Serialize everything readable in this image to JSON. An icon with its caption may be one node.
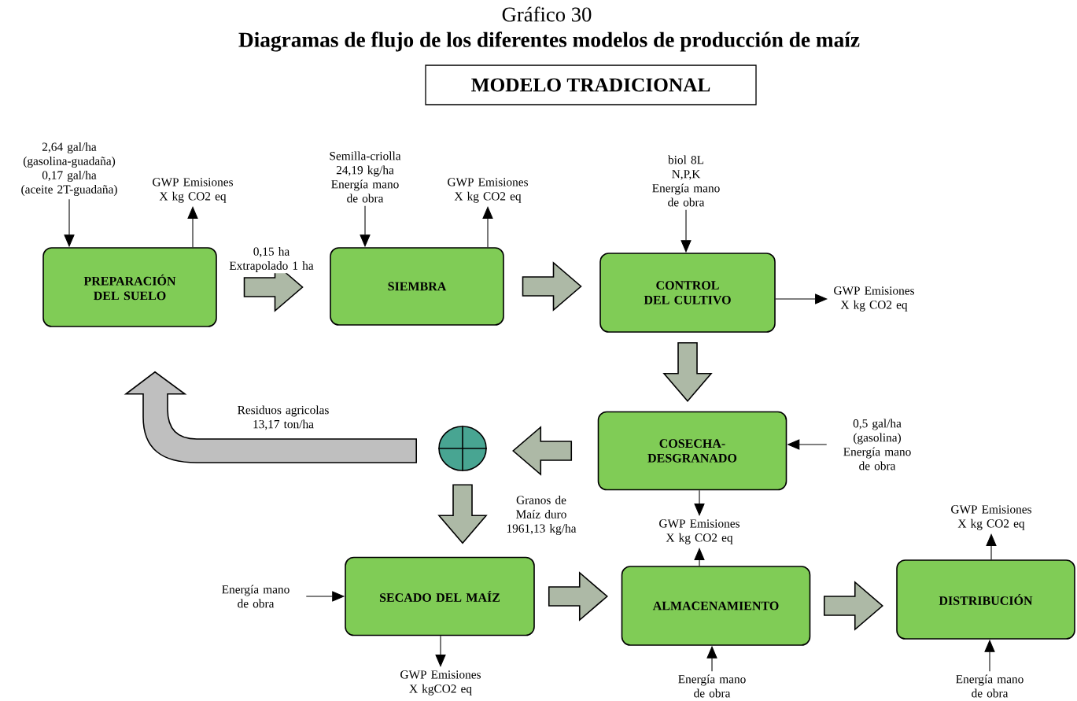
{
  "diagram": {
    "title": "Diagramas de flujo de los diferentes modelos de producción de maíz",
    "nodes": [
      {
        "text": [
          "MODELO TRADICIONAL"
        ]
      },
      {
        "text": [
          "PREPARACIÓN DEL SUELO"
        ]
      },
      {
        "text": [
          "SIEMBRA"
        ]
      },
      {
        "text": [
          "CONTROL DEL CULTIVO"
        ]
      },
      {
        "text": [
          "COSECHA-DESGRANADO"
        ]
      },
      {
        "text": [],
        "shape": "circle"
      },
      {
        "text": [
          "SECADO DEL MAÍZ"
        ]
      },
      {
        "text": [
          "ALMACENAMIENTO"
        ]
      },
      {
        "text": [
          "DISTRIBUCIÓN"
        ]
      },
      {
        "text": [
          "2,64 gal/ha",
          "(gasolina-guadaña)",
          "0,17 gal/ha",
          "(aceite 2T-guadaña)"
        ]
      },
      {
        "text": [
          "GWP Emisiones X kg CO2 eq"
        ]
      },
      {
        "text": [
          "Semilla-criolla 24,19 kg/ha",
          "Energía mano de obra"
        ]
      },
      {
        "text": [
          "GWP Emisiones X kg CO2 eq"
        ]
      },
      {
        "text": [
          "biol 8L",
          "N,P,K",
          "Energía mano de obra"
        ]
      },
      {
        "text": [
          "GWP Emisiones X kg CO2 eq"
        ]
      },
      {
        "text": [
          "0,5 gal/ha (gasolina)",
          "Energía mano de obra"
        ]
      },
      {
        "text": [
          "GWP Emisiones X kg CO2 eq"
        ]
      },
      {
        "text": [
          "Energía mano de obra"
        ]
      },
      {
        "text": [
          "GWP Emisiones X kgCO2 eq"
        ]
      },
      {
        "text": [
          "Energía mano de obra"
        ]
      },
      {
        "text": [
          "GWP Emisiones X kg CO2 eq"
        ]
      },
      {
        "text": [
          "Energía mano de obra"
        ]
      }
    ],
    "edges": [
      {
        "from": 9,
        "to": 1,
        "arrow": "to"
      },
      {
        "from": 1,
        "to": 10,
        "arrow": "to"
      },
      {
        "from": 1,
        "to": 2,
        "arrow": "to",
        "label": "0,15 ha Extrapolado 1 ha",
        "style": "thick",
        "color": "#adb9a6"
      },
      {
        "from": 11,
        "to": 2,
        "arrow": "to"
      },
      {
        "from": 2,
        "to": 12,
        "arrow": "to"
      },
      {
        "from": 2,
        "to": 3,
        "arrow": "to",
        "style": "thick",
        "color": "#adb9a6"
      },
      {
        "from": 13,
        "to": 3,
        "arrow": "to"
      },
      {
        "from": 3,
        "to": 14,
        "arrow": "to"
      },
      {
        "from": 3,
        "to": 4,
        "arrow": "to",
        "style": "thick",
        "color": "#adb9a6"
      },
      {
        "from": 15,
        "to": 4,
        "arrow": "to"
      },
      {
        "from": 4,
        "to": 5,
        "arrow": "to",
        "style": "thick",
        "color": "#adb9a6"
      },
      {
        "from": 5,
        "to": 1,
        "arrow": "to",
        "label": "Residuos agricolas 13,17 ton/ha",
        "style": "thick",
        "color": "#bfbfbf"
      },
      {
        "from": 5,
        "to": 6,
        "arrow": "to",
        "label": "Granos de Maíz duro 1961,13 kg/ha",
        "style": "thick",
        "color": "#adb9a6"
      },
      {
        "from": 4,
        "to": 16,
        "arrow": "to"
      },
      {
        "from": 7,
        "to": 16,
        "arrow": "to"
      },
      {
        "from": 17,
        "to": 6,
        "arrow": "to"
      },
      {
        "from": 6,
        "to": 18,
        "arrow": "to"
      },
      {
        "from": 6,
        "to": 7,
        "arrow": "to",
        "style": "thick",
        "color": "#adb9a6"
      },
      {
        "from": 19,
        "to": 7,
        "arrow": "to"
      },
      {
        "from": 7,
        "to": 8,
        "arrow": "to",
        "style": "thick",
        "color": "#adb9a6"
      },
      {
        "from": 8,
        "to": 20,
        "arrow": "to"
      },
      {
        "from": 21,
        "to": 8,
        "arrow": "to"
      }
    ],
    "labels": [
      "Gráfico 30"
    ]
  }
}
